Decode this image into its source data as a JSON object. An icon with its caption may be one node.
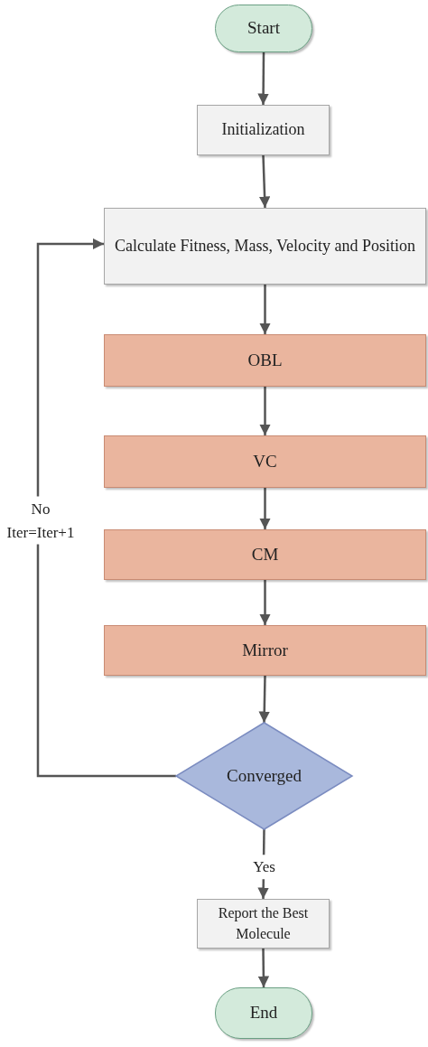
{
  "diagram": {
    "nodes": [
      {
        "text": [
          "Start"
        ]
      },
      {
        "text": [
          "Initialization"
        ]
      },
      {
        "text": [
          "Calculate Fitness, Mass, Velocity and Position"
        ]
      },
      {
        "text": [
          "OBL"
        ]
      },
      {
        "text": [
          "VC"
        ]
      },
      {
        "text": [
          "CM"
        ]
      },
      {
        "text": [
          "Mirror"
        ]
      },
      {
        "text": [
          "Converged"
        ]
      },
      {
        "text": [
          "Report the Best Molecule"
        ]
      },
      {
        "text": [
          "End"
        ]
      }
    ],
    "edges": [
      {
        "from": 0,
        "to": 1,
        "arrow": "to"
      },
      {
        "from": 1,
        "to": 2,
        "arrow": "to"
      },
      {
        "from": 2,
        "to": 3,
        "arrow": "to"
      },
      {
        "from": 3,
        "to": 4,
        "arrow": "to"
      },
      {
        "from": 4,
        "to": 5,
        "arrow": "to"
      },
      {
        "from": 5,
        "to": 6,
        "arrow": "to"
      },
      {
        "from": 6,
        "to": 7,
        "arrow": "to"
      },
      {
        "from": 7,
        "to": 8,
        "arrow": "to",
        "label": "Yes"
      },
      {
        "from": 8,
        "to": 9,
        "arrow": "to"
      },
      {
        "from": 7,
        "to": 2,
        "arrow": "to",
        "label": "No Iter=Iter+1"
      }
    ]
  }
}
